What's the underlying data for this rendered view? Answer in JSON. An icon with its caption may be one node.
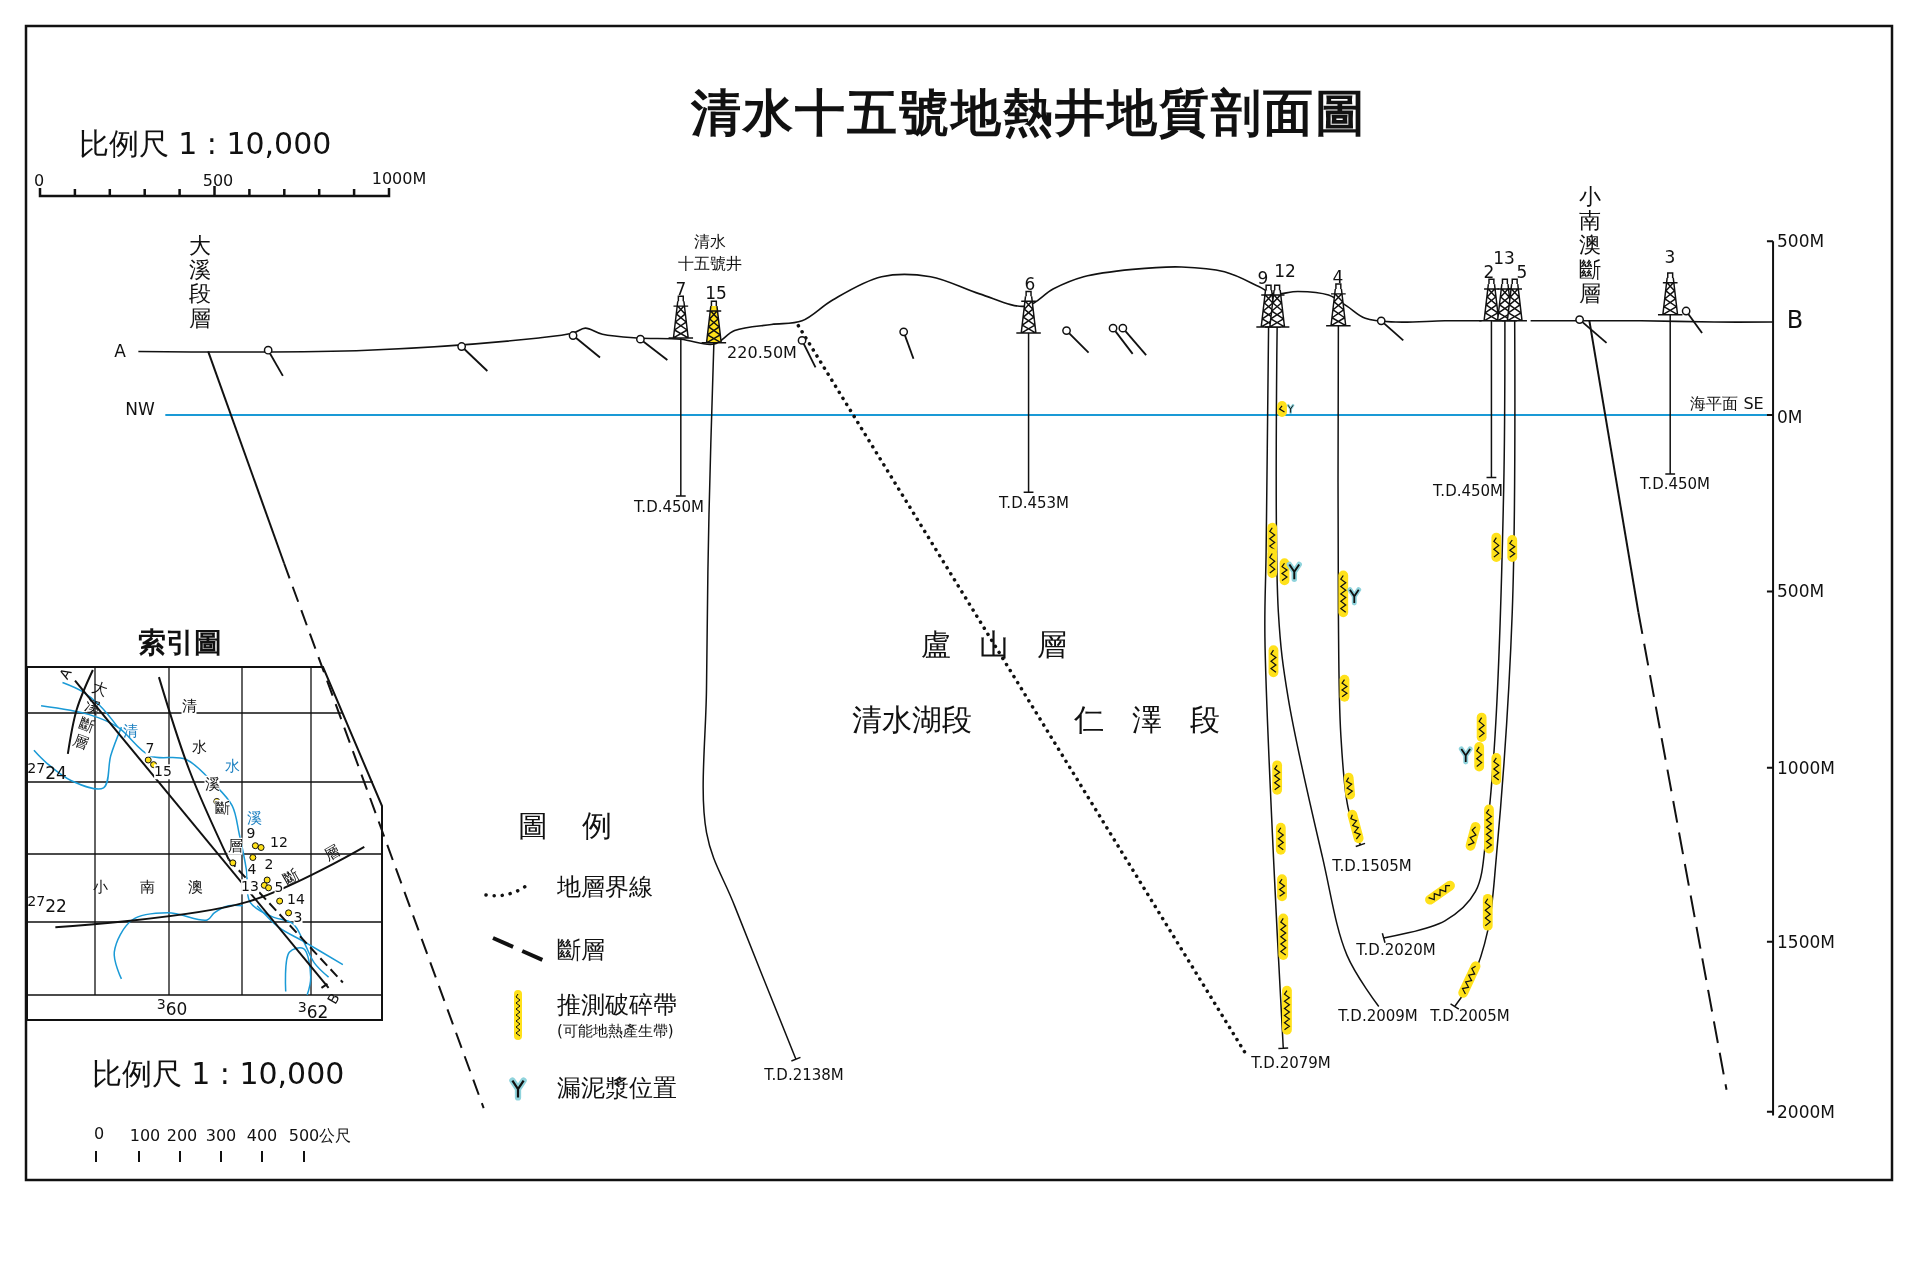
{
  "diagram": {
    "title": "清水十五號地熱井地質剖面圖",
    "nodes": [
      {
        "text": [
          "索引圖"
        ]
      }
    ],
    "labels": [
      "比例尺 1 : 10,000",
      "0",
      "500",
      "1000M",
      "大溪段層",
      "清水",
      "十五號井",
      "7",
      "15",
      "A",
      "220.50M",
      "NW",
      "T.D.450M",
      "6",
      "T.D.453M",
      "9",
      "12",
      "4",
      "2",
      "13",
      "5",
      "小南澳斷層",
      "3",
      "B",
      "海平面 SE",
      "500M",
      "0M",
      "T.D.450M",
      "T.D.450M",
      "500M",
      "盧 山 層",
      "清水湖段",
      "仁 澤 段",
      "1000M",
      "T.D.1505M",
      "1500M",
      "T.D.2020M",
      "T.D.2009M",
      "T.D.2005M",
      "T.D.2138M",
      "T.D.2079M",
      "2000M",
      "圖 例",
      "(可能地熱產生帶)",
      "A",
      "大溪斷層",
      "清",
      "水",
      "溪",
      "斷",
      "層",
      "清",
      "水",
      "溪",
      "小 南 澳",
      "斷 層",
      "$^{27}$24",
      "$^{27}$22",
      "$^{3}$60",
      "$^{3}$62",
      "B",
      "7",
      "15",
      "9",
      "12",
      "4",
      "2",
      "13",
      "5",
      "14",
      "3",
      "比例尺 1 : 10,000",
      "0",
      "100",
      "200",
      "300",
      "400",
      "500公尺"
    ],
    "legend": [
      {
        "text": "地層界線"
      },
      {
        "text": "斷層"
      },
      {
        "text": "推測破碎帶"
      },
      {
        "text": "漏泥漿位置"
      }
    ]
  }
}
